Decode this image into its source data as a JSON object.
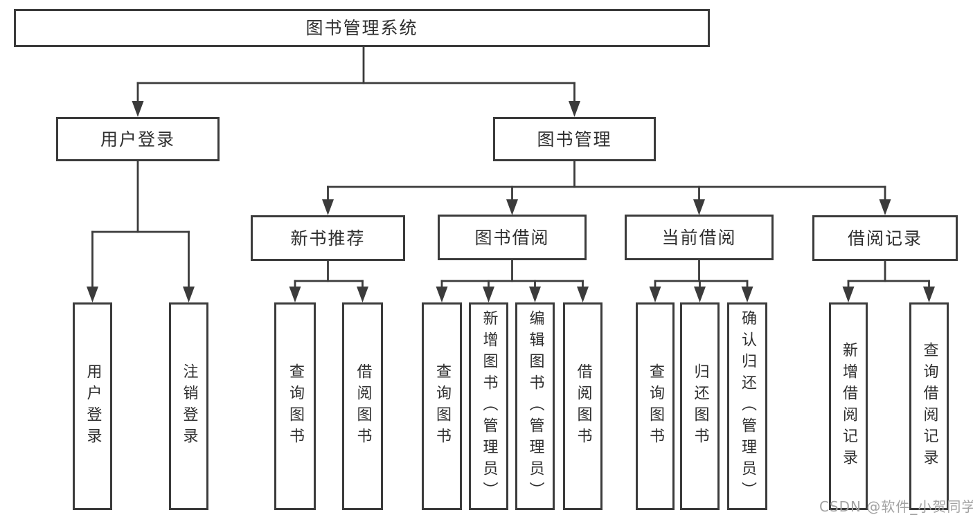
{
  "diagram": {
    "root": {
      "label": "图书管理系统"
    },
    "level2": [
      {
        "label": "用户登录"
      },
      {
        "label": "图书管理"
      }
    ],
    "level3": [
      {
        "label": "新书推荐"
      },
      {
        "label": "图书借阅"
      },
      {
        "label": "当前借阅"
      },
      {
        "label": "借阅记录"
      }
    ],
    "leaves": {
      "user_login": [
        "用户登录",
        "注销登录"
      ],
      "new_books": [
        "查询图书",
        "借阅图书"
      ],
      "book_borrow": [
        "查询图书",
        "新增图书（管理员）",
        "编辑图书（管理员）",
        "借阅图书"
      ],
      "current_borrow": [
        "查询图书",
        "归还图书",
        "确认归还（管理员）"
      ],
      "borrow_records": [
        "新增借阅记录",
        "查询借阅记录"
      ]
    }
  },
  "watermark": {
    "text": "CSDN @软件_小贺同学"
  },
  "colors": {
    "line": "#3b3b3b",
    "text": "#2f2f2f",
    "watermark": "#a3a3a3",
    "background": "#ffffff"
  }
}
